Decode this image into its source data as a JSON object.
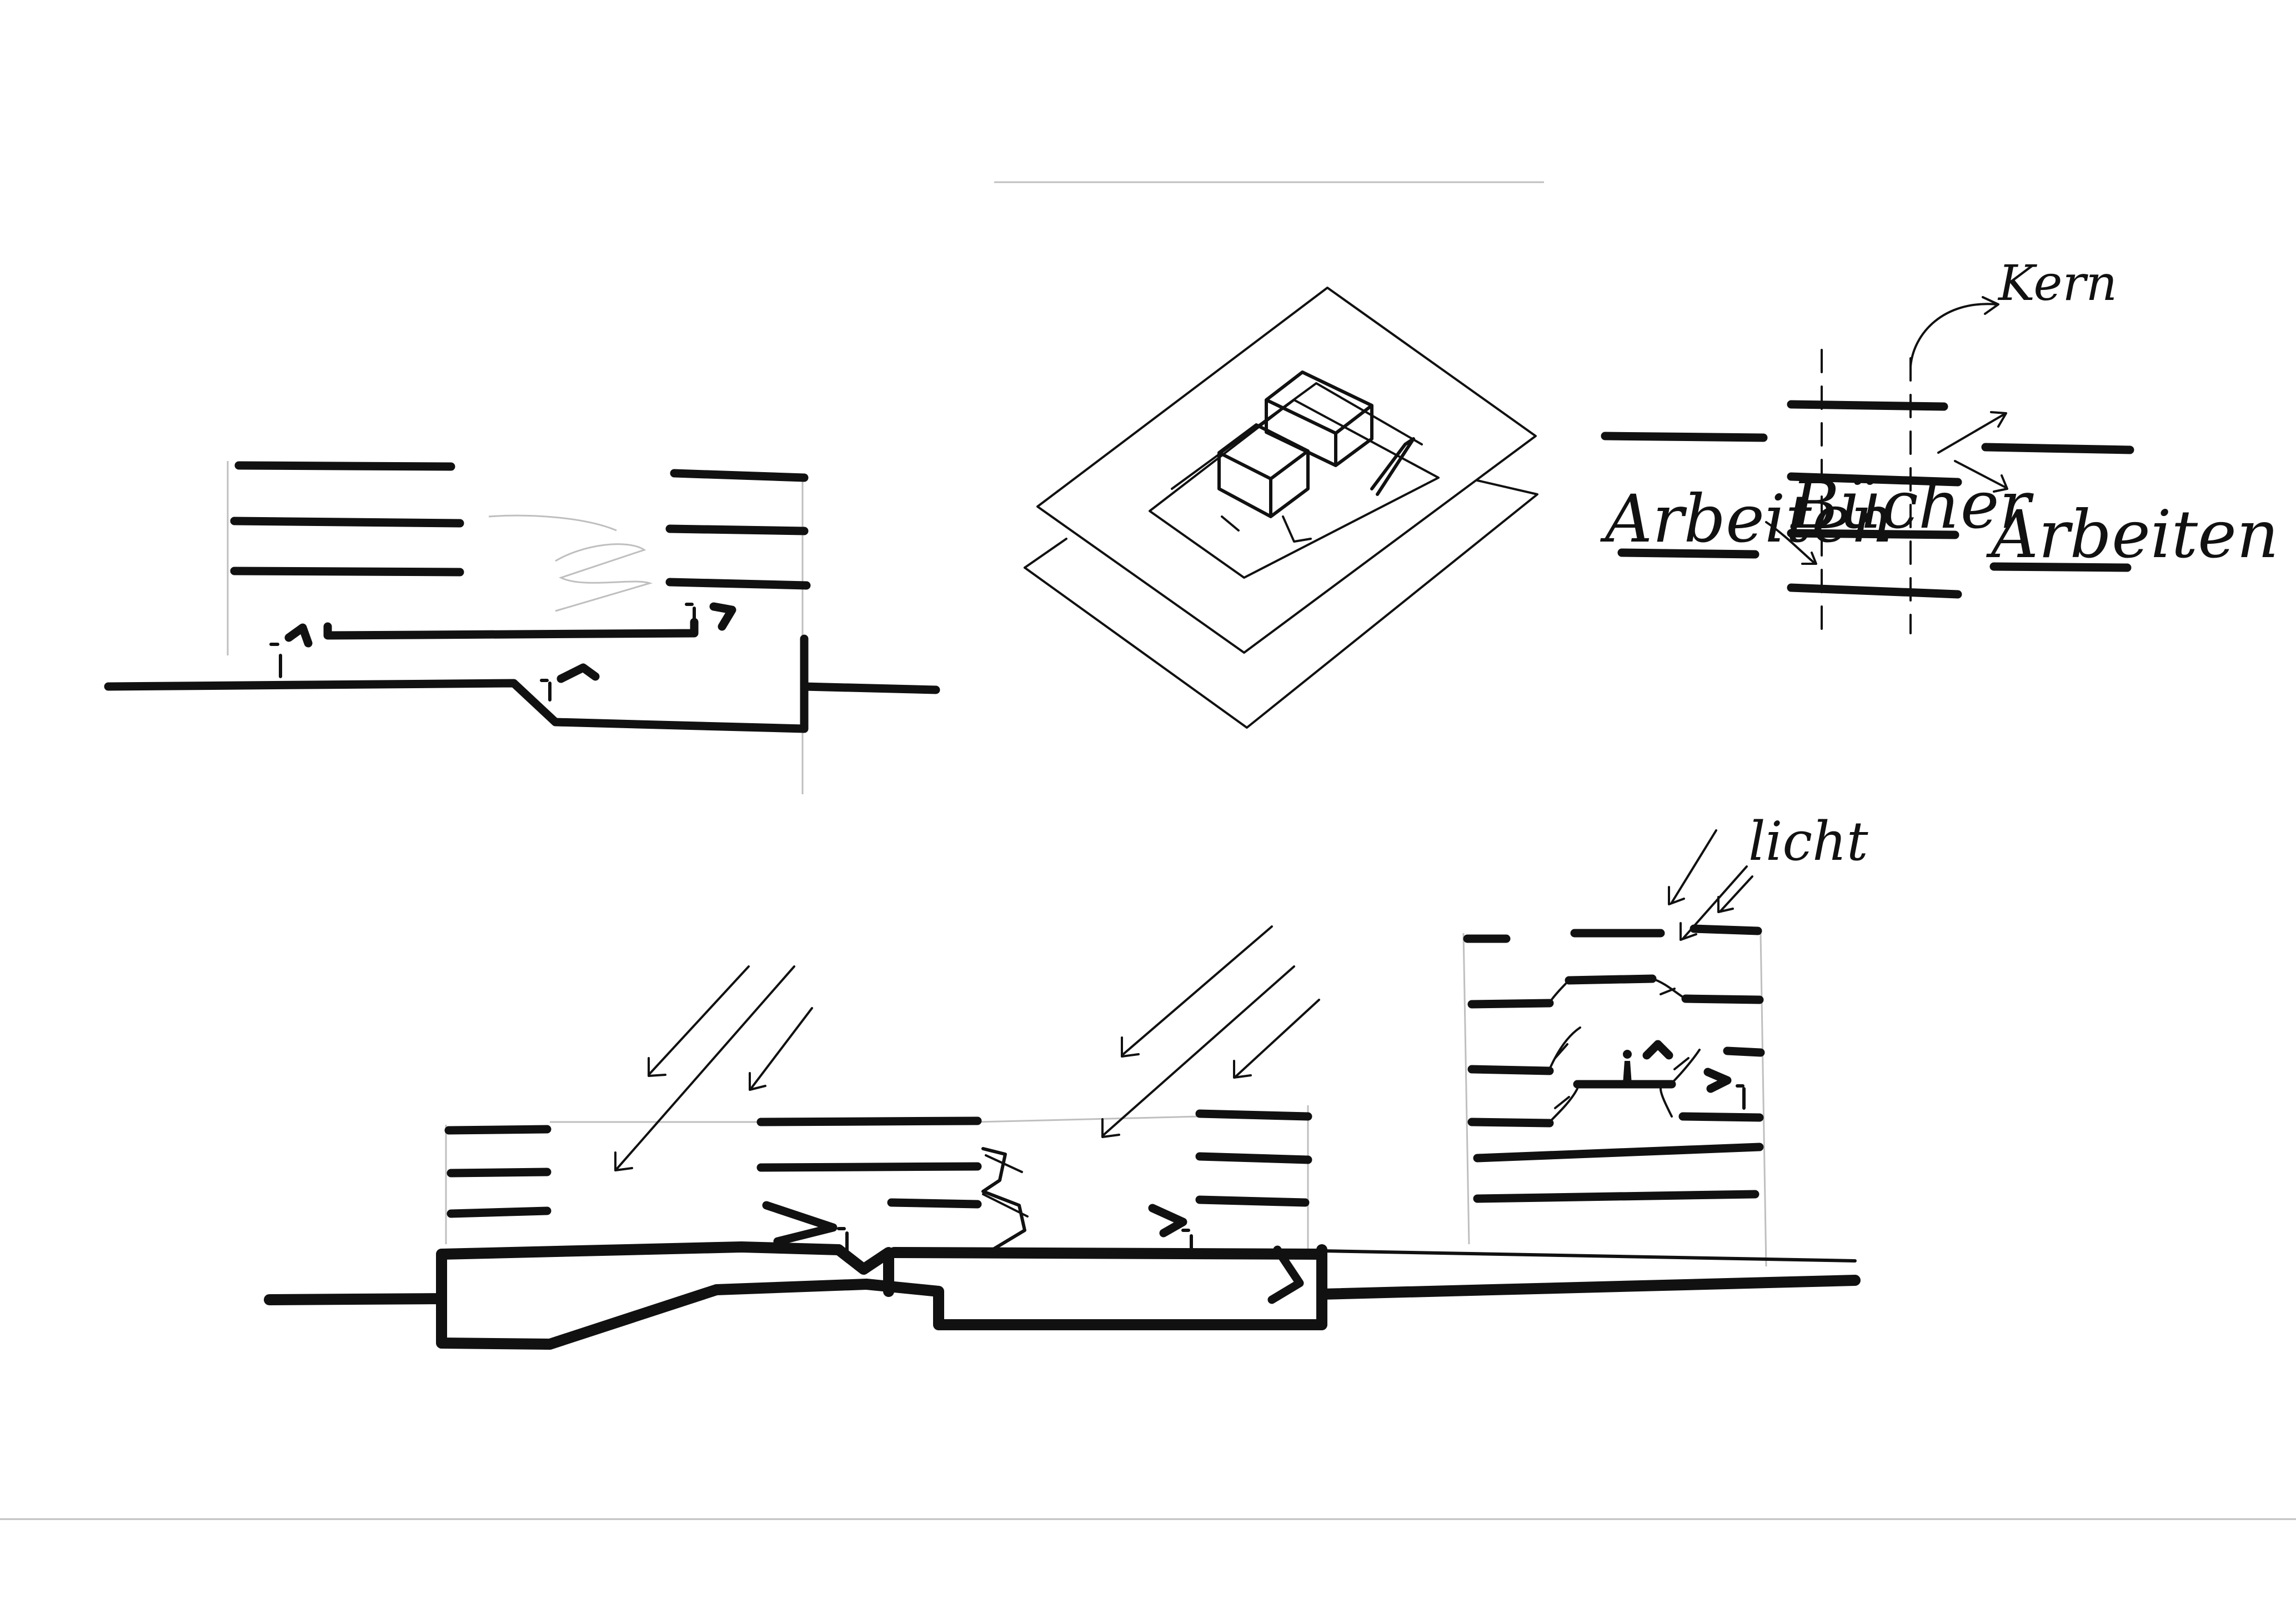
{
  "labels": {
    "kern": "Kern",
    "arbeiten_left": "Arbeiten",
    "buecher": "Bücher",
    "arbeiten_right": "Arbeiten",
    "licht": "licht"
  },
  "colors": {
    "ink": "#111111",
    "paper": "#ffffff",
    "faint": "#bfbfbf"
  }
}
